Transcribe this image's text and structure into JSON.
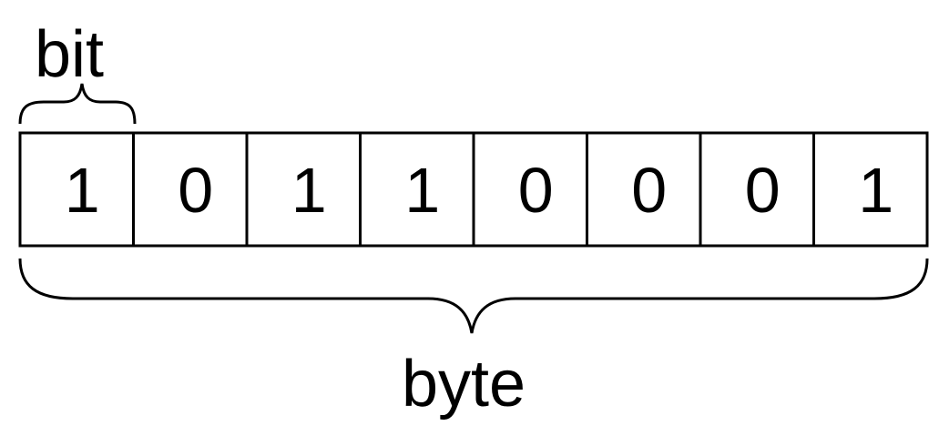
{
  "labels": {
    "bit": "bit",
    "byte": "byte"
  },
  "bits": [
    "1",
    "0",
    "1",
    "1",
    "0",
    "0",
    "0",
    "1"
  ],
  "colors": {
    "stroke": "#000000",
    "text": "#000000",
    "background": "#ffffff"
  }
}
